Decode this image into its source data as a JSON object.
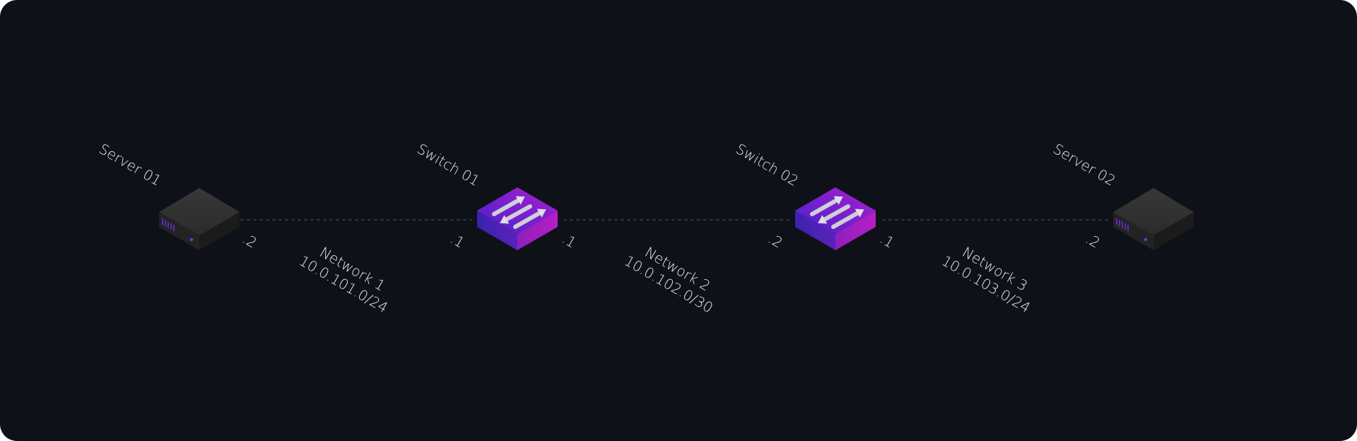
{
  "colors": {
    "background": "#0e1117",
    "link": "#3a3f4a",
    "label": "#e6e6ea",
    "server_body": "#2a2a2a",
    "switch_left": "#3a1fa8",
    "switch_right": "#a51fc0",
    "accent_led": "#7a2cff"
  },
  "devices": [
    {
      "id": "server01",
      "kind": "server",
      "name": "Server 01"
    },
    {
      "id": "switch01",
      "kind": "switch",
      "name": "Switch 01"
    },
    {
      "id": "switch02",
      "kind": "switch",
      "name": "Switch 02"
    },
    {
      "id": "server02",
      "kind": "server",
      "name": "Server 02"
    }
  ],
  "networks": [
    {
      "name": "Network 1",
      "subnet": "10.0.101.0/24",
      "left_host": ".2",
      "right_host": ".1"
    },
    {
      "name": "Network 2",
      "subnet": "10.0.102.0/30",
      "left_host": ".1",
      "right_host": ".2"
    },
    {
      "name": "Network 3",
      "subnet": "10.0.103.0/24",
      "left_host": ".1",
      "right_host": ".2"
    }
  ]
}
